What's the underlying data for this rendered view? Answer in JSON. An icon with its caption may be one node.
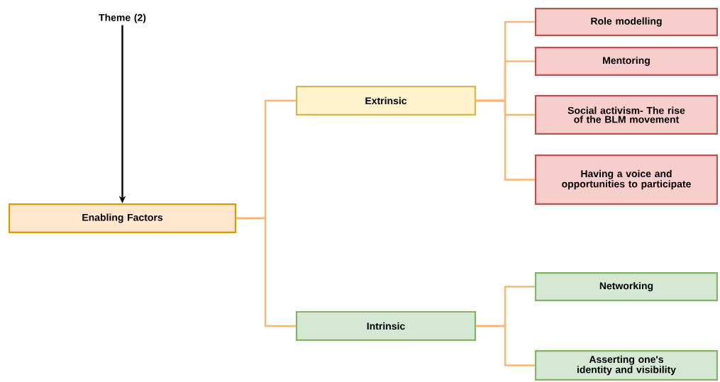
{
  "diagram": {
    "nodes": [
      {
        "text": [
          "Theme (2)"
        ]
      },
      {
        "text": [
          "Enabling Factors"
        ]
      },
      {
        "text": [
          "Extrinsic"
        ]
      },
      {
        "text": [
          "Intrinsic"
        ]
      },
      {
        "text": [
          "Role modelling"
        ]
      },
      {
        "text": [
          "Mentoring"
        ]
      },
      {
        "text": [
          "Social activism- The rise of the BLM movement"
        ]
      },
      {
        "text": [
          "Having a voice and opportunities to participate"
        ]
      },
      {
        "text": [
          "Networking"
        ]
      },
      {
        "text": [
          "Asserting one's identity and visibility"
        ]
      }
    ],
    "edges": [
      {
        "from": 0,
        "to": 1,
        "arrow": "to",
        "color": "#000000"
      },
      {
        "from": 1,
        "to": 2,
        "arrow": "none"
      },
      {
        "from": 1,
        "to": 3,
        "arrow": "none"
      },
      {
        "from": 2,
        "to": 4,
        "arrow": "none"
      },
      {
        "from": 2,
        "to": 5,
        "arrow": "none"
      },
      {
        "from": 2,
        "to": 6,
        "arrow": "none"
      },
      {
        "from": 2,
        "to": 7,
        "arrow": "none"
      },
      {
        "from": 3,
        "to": 8,
        "arrow": "none"
      },
      {
        "from": 3,
        "to": 9,
        "arrow": "none"
      }
    ]
  }
}
